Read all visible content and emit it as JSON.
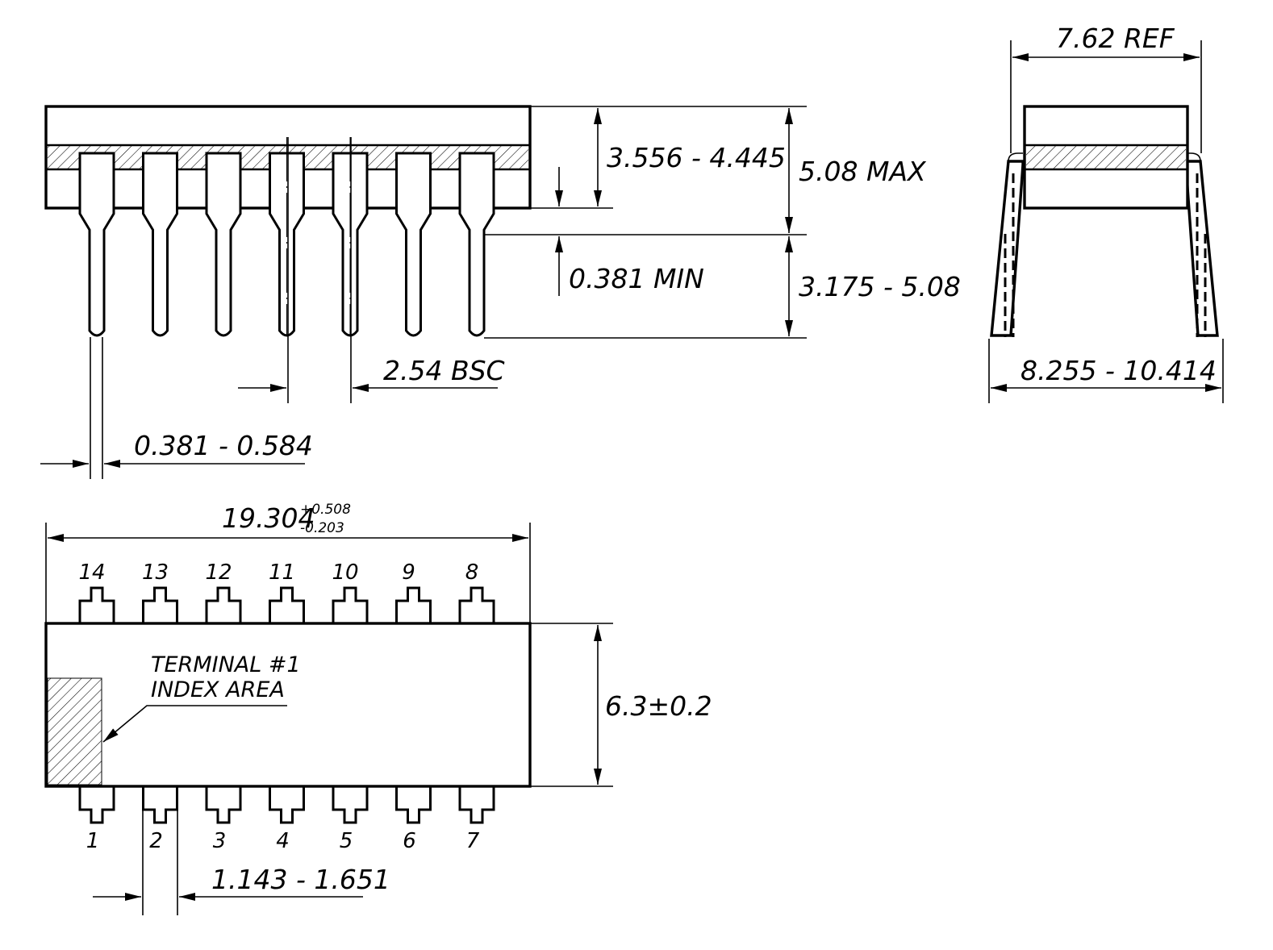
{
  "side_view": {
    "dim_body_height": "3.556 - 4.445",
    "dim_max_height": "5.08 MAX",
    "dim_standoff": "0.381 MIN",
    "dim_lead_length": "3.175 - 5.08",
    "dim_pitch": "2.54 BSC",
    "dim_lead_width": "0.381 - 0.584"
  },
  "end_view": {
    "dim_row_spacing": "7.62 REF",
    "dim_overall_width": "8.255 - 10.414"
  },
  "top_view": {
    "dim_length": "19.304",
    "dim_length_tol_plus": "+0.508",
    "dim_length_tol_minus": "-0.203",
    "dim_body_width": "6.3±0.2",
    "dim_shoulder_width": "1.143 - 1.651",
    "index_label_line1": "TERMINAL #1",
    "index_label_line2": "INDEX AREA",
    "top_pins": [
      "14",
      "13",
      "12",
      "11",
      "10",
      "9",
      "8"
    ],
    "bottom_pins": [
      "1",
      "2",
      "3",
      "4",
      "5",
      "6",
      "7"
    ]
  }
}
